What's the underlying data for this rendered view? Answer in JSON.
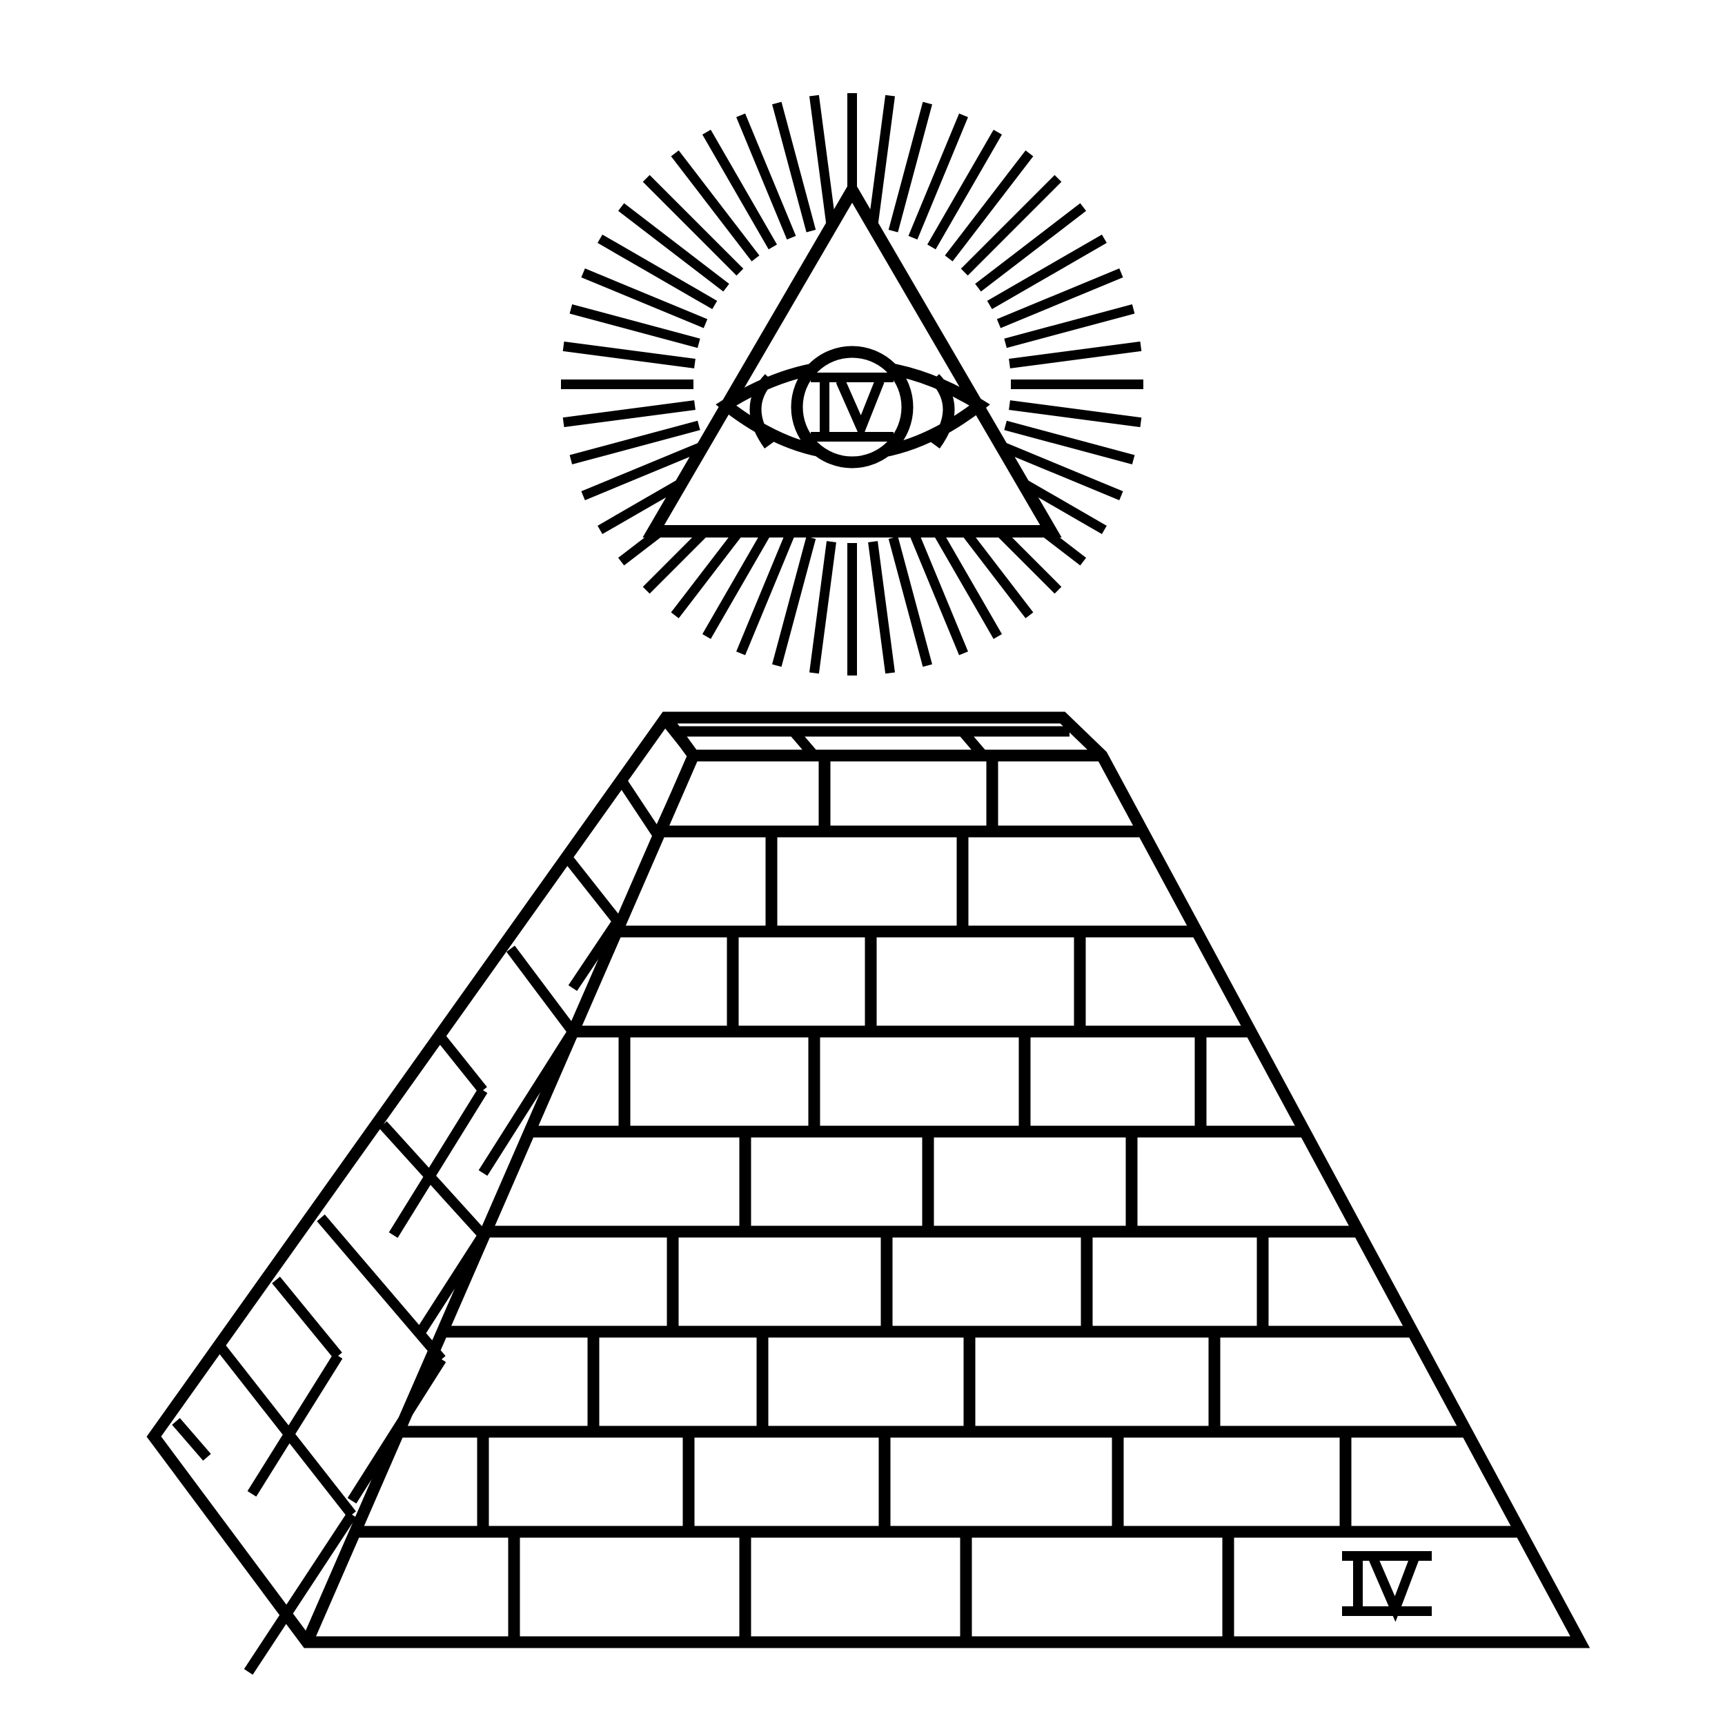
{
  "image": {
    "background_color": "#ffffff",
    "ink_color": "#000000",
    "emblem": "eye-of-providence",
    "monogram_text": "IV",
    "sun_ray_count": 48,
    "pyramid_brick_rows": 10
  }
}
